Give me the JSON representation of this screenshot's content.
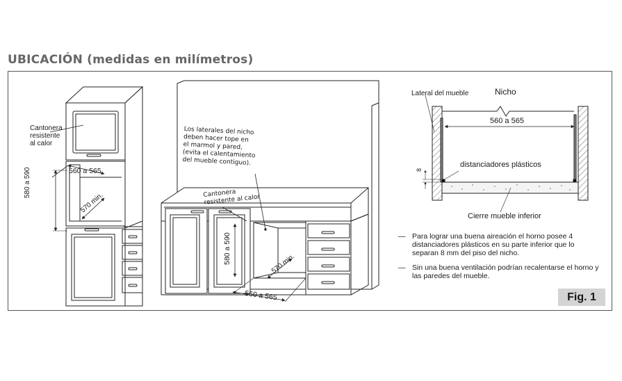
{
  "title": "UBICACIÓN (medidas en milímetros)",
  "labels": {
    "cantonera_left": "Cantonera\nresistente\nal calor",
    "dim_560_left": "560 a 565",
    "dim_580_left": "580 a 590",
    "dim_570_left": "570 min.",
    "laterales_note": "Los laterales del nicho\ndeben hacer tope en\nel marmol y pared,\n(evita el calentamiento\ndel mueble contiguo).",
    "cantonera_center": "Cantonera\nresistente al calor",
    "dim_580_center": "580 a 590",
    "dim_570_center": "570 min.",
    "dim_560_center": "560 a 565",
    "lateral_mueble": "Lateral del mueble",
    "nicho": "Nicho",
    "dim_560_right": "560 a 565",
    "dim_8": "8",
    "distanciadores": "distanciadores plásticos",
    "cierre": "Cierre mueble inferior"
  },
  "notes": [
    "Para lograr una buena aireación el horno posee 4 distanciadores plásticos en su parte inferior que lo separan 8 mm del piso del nicho.",
    "Sin una buena ventilación podrían recalentarse el horno y las paredes del mueble."
  ],
  "note_dash": "—",
  "figure_label": "Fig. 1"
}
